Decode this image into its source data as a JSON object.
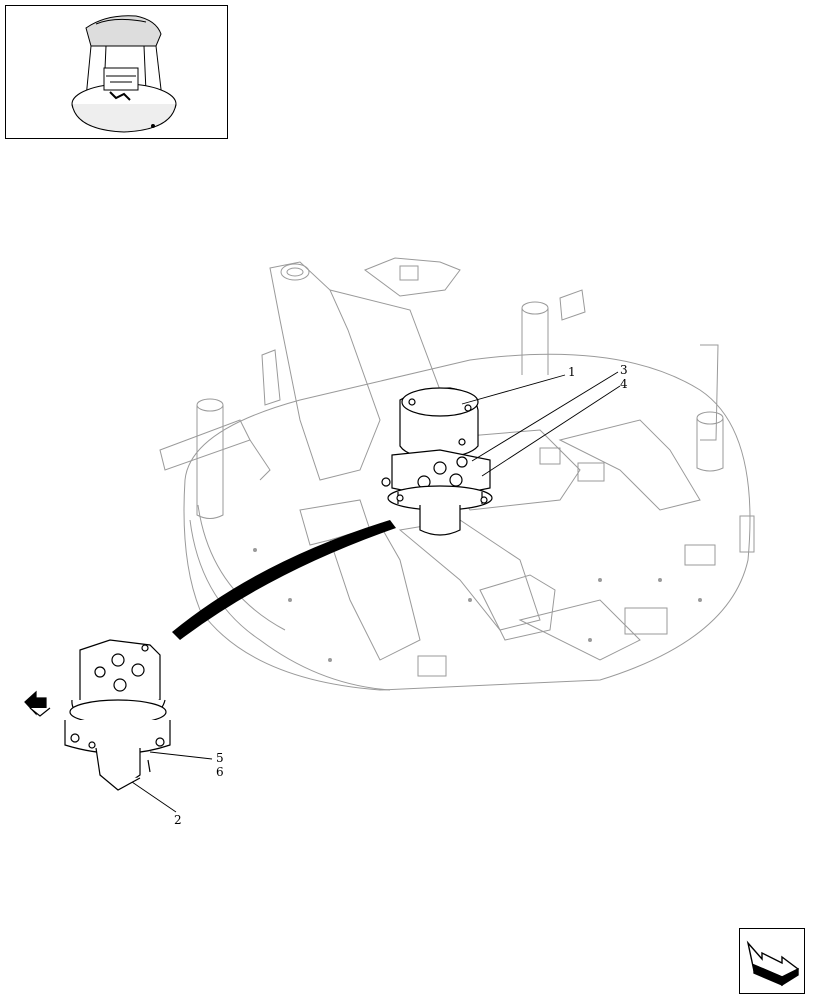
{
  "callouts": {
    "c1": "1",
    "c2": "2",
    "c3": "3",
    "c4": "4",
    "c5": "5",
    "c6": "6"
  },
  "icons": {
    "thumbnail": "machine-overview-thumbnail",
    "direction": "front-direction-arrow-icon",
    "navigation": "next-page-arrow-icon"
  },
  "colors": {
    "ink": "#000000",
    "paper": "#ffffff"
  }
}
